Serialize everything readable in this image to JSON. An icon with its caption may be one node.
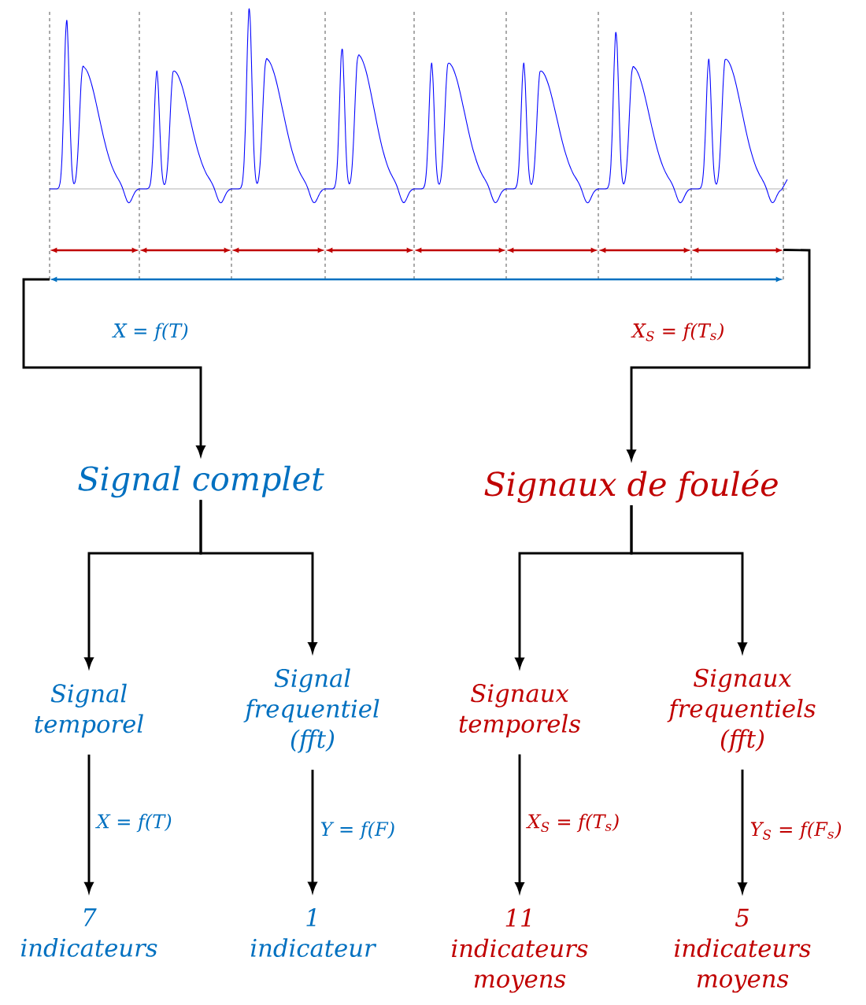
{
  "diagram": {
    "nodes": [
      {
        "text": [],
        "shape": "picture"
      },
      {
        "text": [
          "Signal complet"
        ]
      },
      {
        "text": [
          "Signaux de foulée"
        ]
      },
      {
        "text": [
          "Signal temporel"
        ]
      },
      {
        "text": [
          "Signal frequentiel (fft)"
        ]
      },
      {
        "text": [
          "Signaux temporels"
        ]
      },
      {
        "text": [
          "Signaux frequentiels (fft)"
        ]
      },
      {
        "text": [
          "7 indicateurs"
        ]
      },
      {
        "text": [
          "1 indicateur"
        ]
      },
      {
        "text": [
          "11 indicateurs moyens"
        ]
      },
      {
        "text": [
          "5 indicateurs moyens"
        ]
      }
    ],
    "edges": [
      {
        "from": 0,
        "to": 1,
        "arrow": "to",
        "label": "X = f(T)"
      },
      {
        "from": 0,
        "to": 2,
        "arrow": "to",
        "label": "X$_{S}$ = f(T$_{s}$)"
      },
      {
        "from": 1,
        "to": 3,
        "arrow": "to"
      },
      {
        "from": 1,
        "to": 4,
        "arrow": "to"
      },
      {
        "from": 2,
        "to": 5,
        "arrow": "to"
      },
      {
        "from": 2,
        "to": 6,
        "arrow": "to"
      },
      {
        "from": 3,
        "to": 7,
        "arrow": "to",
        "label": "X = f(T)"
      },
      {
        "from": 4,
        "to": 8,
        "arrow": "to",
        "label": "Y = f(F)"
      },
      {
        "from": 5,
        "to": 9,
        "arrow": "to",
        "label": "X$_{S}$ = f(T$_{s}$)"
      },
      {
        "from": 6,
        "to": 10,
        "arrow": "to",
        "label": "Y$_{S}$ = f(F$_{s}$)"
      }
    ]
  }
}
